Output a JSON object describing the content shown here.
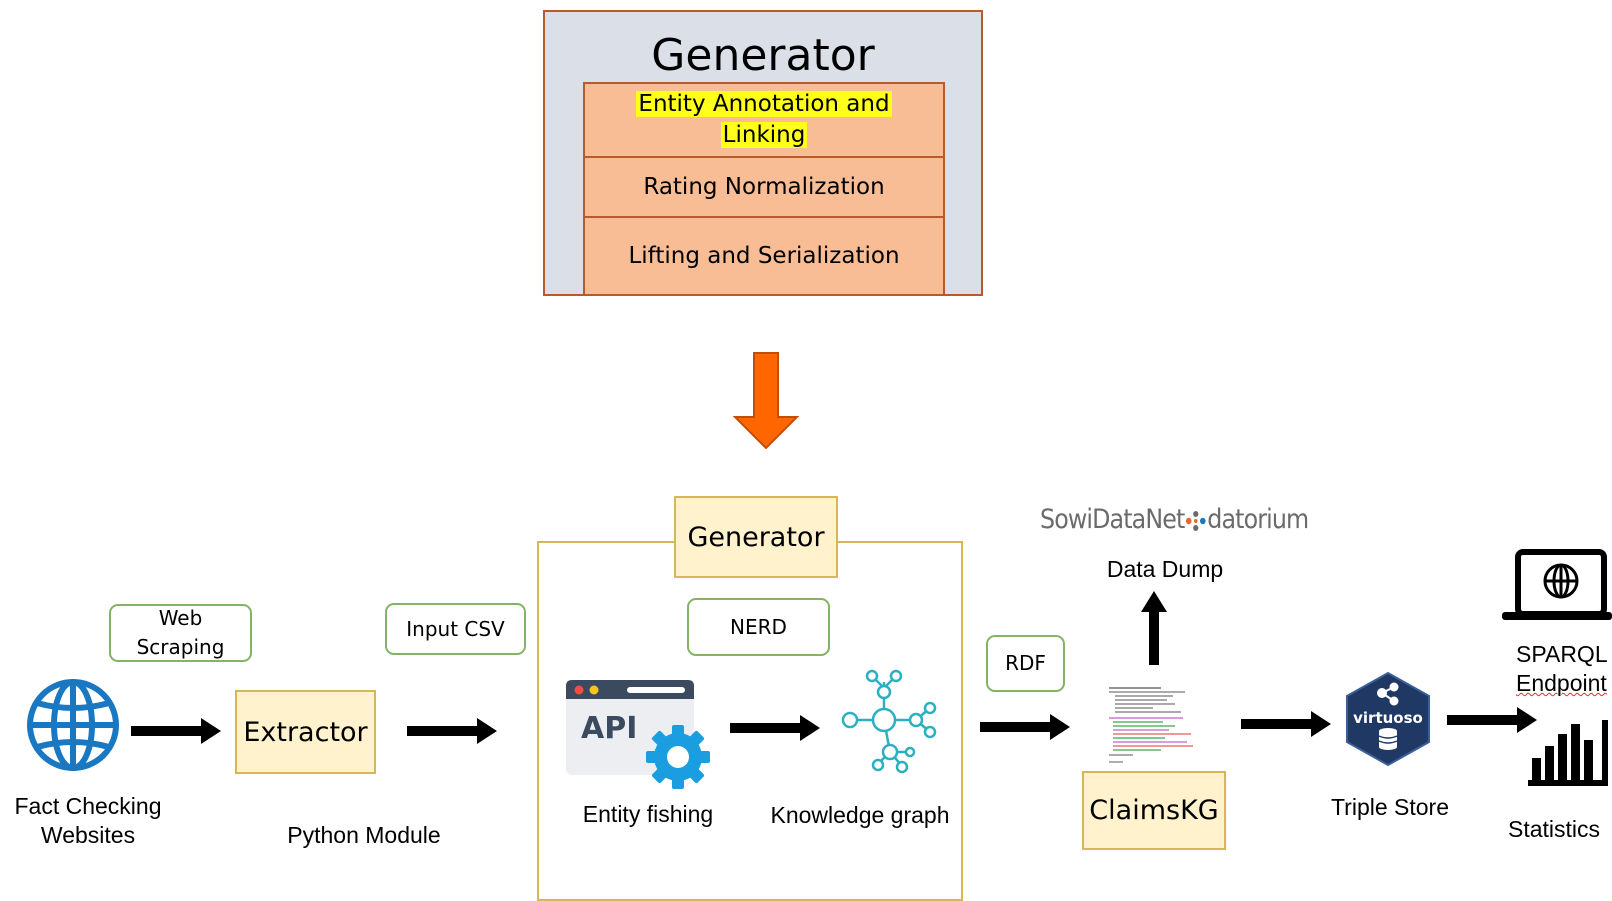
{
  "top_generator": {
    "title": "Generator",
    "layer1_line1": "Entity Annotation and",
    "layer1_line2": "Linking",
    "layer2": "Rating Normalization",
    "layer3": "Lifting and Serialization"
  },
  "pipeline": {
    "fact_checking_line1": "Fact Checking",
    "fact_checking_line2": "Websites",
    "web_scraping_line1": "Web",
    "web_scraping_line2": "Scraping",
    "extractor": "Extractor",
    "python_module": "Python Module",
    "input_csv": "Input CSV",
    "generator": "Generator",
    "nerd": "NERD",
    "api_text": "API",
    "entity_fishing": "Entity fishing",
    "knowledge_graph": "Knowledge graph",
    "rdf": "RDF",
    "sowidatanet": "SowiDataNet",
    "datorium": "datorium",
    "data_dump": "Data Dump",
    "claimskg": "ClaimsKG",
    "virtuoso": "virtuoso",
    "triple_store": "Triple Store",
    "sparql_line1": "SPARQL",
    "sparql_line2": "Endpoint",
    "statistics": "Statistics"
  },
  "colors": {
    "panel_bg": "#dbe0e8",
    "panel_border": "#b85a2c",
    "layer_fill": "#f9bd96",
    "highlight": "#ffff1a",
    "yellow_box_fill": "#fff2cc",
    "yellow_box_border": "#d6b656",
    "green_box_border": "#82b366",
    "orange_arrow": "#ff6600",
    "globe_blue": "#1a78c2",
    "virtuoso_navy": "#1f3864"
  }
}
